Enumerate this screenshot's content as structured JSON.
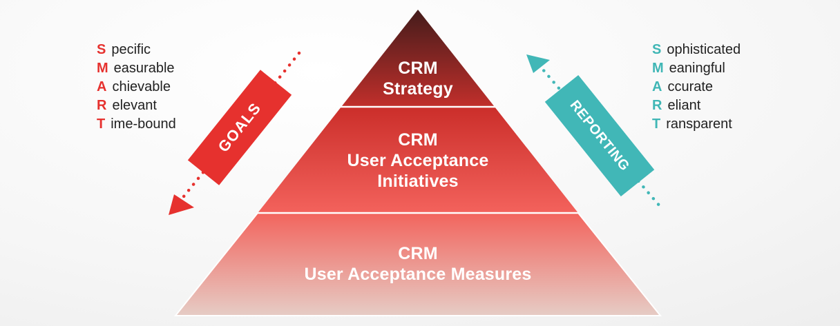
{
  "accent_colors": {
    "red": "#e6312e",
    "teal": "#3fb6b5"
  },
  "smart_goals": {
    "items": [
      {
        "letter": "S",
        "word": "pecific"
      },
      {
        "letter": "M",
        "word": "easurable"
      },
      {
        "letter": "A",
        "word": "chievable"
      },
      {
        "letter": "R",
        "word": "elevant"
      },
      {
        "letter": "T",
        "word": "ime-bound"
      }
    ]
  },
  "smart_reporting": {
    "items": [
      {
        "letter": "S",
        "word": "ophisticated"
      },
      {
        "letter": "M",
        "word": "eaningful"
      },
      {
        "letter": "A",
        "word": "ccurate"
      },
      {
        "letter": "R",
        "word": "eliant"
      },
      {
        "letter": "T",
        "word": "ransparent"
      }
    ]
  },
  "pyramid": {
    "levels": [
      {
        "lines": [
          "CRM",
          "Strategy"
        ]
      },
      {
        "lines": [
          "CRM",
          "User Acceptance",
          "Initiatives"
        ]
      },
      {
        "lines": [
          "CRM",
          "User Acceptance Measures"
        ]
      }
    ],
    "colors": {
      "top_start": "#441c1b",
      "top_end": "#c12f2b",
      "middle_start": "#cb2e2a",
      "middle_end": "#f3625c",
      "bottom_start": "#f2645d",
      "bottom_end": "#e6ccc5",
      "divider": "#ffffff",
      "text": "#ffffff"
    }
  },
  "ribbons": {
    "goals": {
      "label": "GOALS",
      "color": "#e6312e"
    },
    "reporting": {
      "label": "REPORTING",
      "color": "#41b7b7"
    }
  }
}
